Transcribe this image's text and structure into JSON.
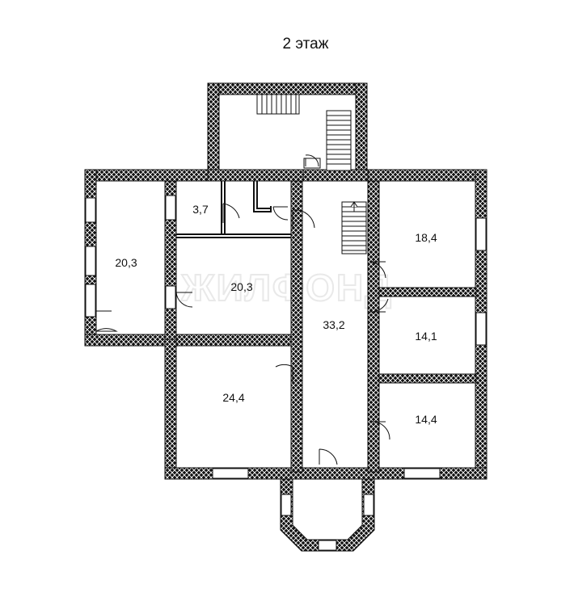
{
  "plan": {
    "title": "2 этаж",
    "watermark": "ЖИЛФОНД",
    "colors": {
      "wall_fill": "#111111",
      "wall_pattern": "#ffffff",
      "window": "#ffffff",
      "line": "#111111",
      "background": "#ffffff"
    },
    "rooms": [
      {
        "id": "left-room",
        "area": "20,3"
      },
      {
        "id": "small-room",
        "area": "3,7"
      },
      {
        "id": "middle-room",
        "area": "20,3"
      },
      {
        "id": "bottom-left-room",
        "area": "24,4"
      },
      {
        "id": "corridor",
        "area": "33,2"
      },
      {
        "id": "top-right-room",
        "area": "18,4"
      },
      {
        "id": "middle-right-room",
        "area": "14,1"
      },
      {
        "id": "bottom-right-room",
        "area": "14,4"
      }
    ]
  }
}
